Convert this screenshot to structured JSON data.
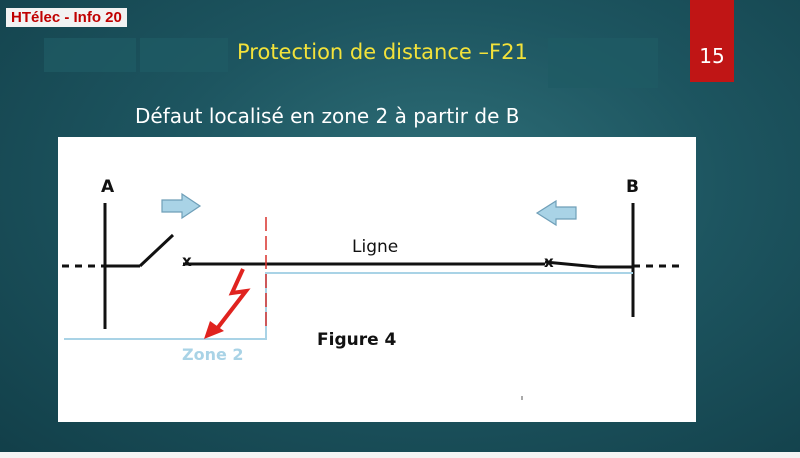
{
  "header": {
    "tag": "HTélec - Info 20",
    "title": "Protection de distance –F21",
    "page_number": "15"
  },
  "subtitle": "Défaut localisé en zone 2 à partir de B",
  "diagram": {
    "bus_a": "A",
    "bus_b": "B",
    "line_label": "Ligne",
    "zone_label": "Zone 2",
    "figure_label": "Figure 4",
    "cross_mark": "x",
    "colors": {
      "arrow_fill": "#a9d3e6",
      "arrow_stroke": "#6f9fb8",
      "fault_bolt": "#e0231f",
      "zone_line": "#a9d3e6",
      "zone_boundary": "#d9302c"
    }
  }
}
